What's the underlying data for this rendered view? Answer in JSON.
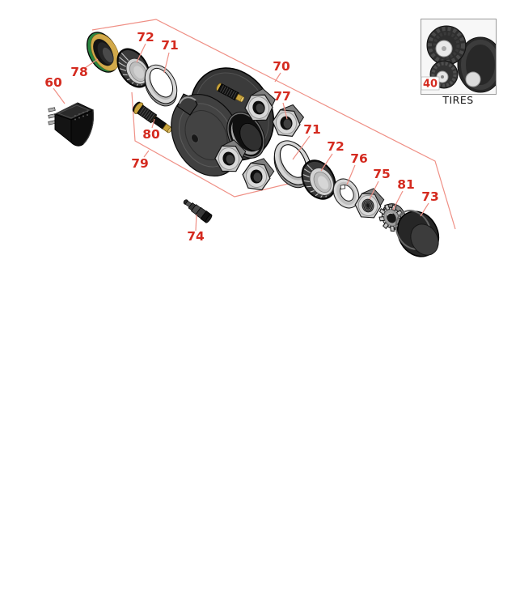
{
  "palette": {
    "label_red": "#d42a1f",
    "line_salmon": "#ef8f85",
    "part_dark": "#3a3a3a",
    "metal_gray": "#c9c9c9",
    "gold": "#c9a43d",
    "seal_green": "#2a8540",
    "seal_gold": "#d2a94a"
  },
  "callouts": {
    "c72_top": "72",
    "c71_top": "71",
    "c78": "78",
    "c60": "60",
    "c80": "80",
    "c79": "79",
    "c70": "70",
    "c77": "77",
    "c71_mid": "71",
    "c72_mid": "72",
    "c76": "76",
    "c75": "75",
    "c81": "81",
    "c73": "73",
    "c74": "74"
  },
  "tires": {
    "ref": "40",
    "caption": "TIRES"
  }
}
